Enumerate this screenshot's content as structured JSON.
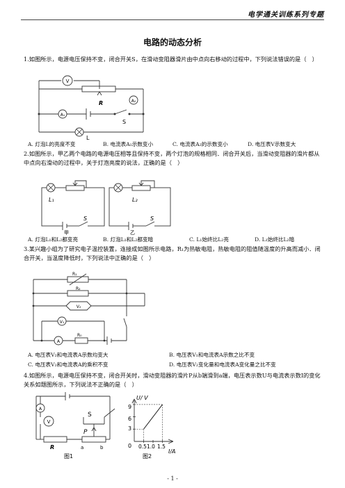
{
  "header": {
    "series_title": "电学通关训练系列专题"
  },
  "page": {
    "title": "电路的动态分析",
    "footer": "- 1 -"
  },
  "questions": [
    {
      "stem": "1.如图所示，电源电压保持不变，闭合开关S，在滑动变阻器滑片由中点向右移动的过程中，下列说法错误的是（　）",
      "options": [
        "A. 灯泡L的亮度不变",
        "B. 电流表A₁示数变小",
        "C. 电流表A₂的示数变小",
        "D. 电压表V示数变大"
      ],
      "figure_labels": {
        "voltmeter": "V",
        "ammeter2": "A₂",
        "rheostat": "R",
        "ammeter1": "A₁",
        "switch": "S",
        "lamp": "L"
      }
    },
    {
      "stem": "2.如图所示，甲乙两个电路的电源电压相等且保持不变，两个灯泡的规格相同．闭合开关后，当滑动变阻器的滑片都从中点向右滑动的过程中，关于灯泡亮度的说法，正确的是（　）",
      "options": [
        "A. 灯泡L₁和L₂都变亮",
        "B. 灯泡L₁和L₂都变暗",
        "C. L₁始终比L₂亮",
        "D. L₁始终比L₂暗"
      ],
      "figure_labels": {
        "lamp1": "L₁",
        "lamp2": "L₂",
        "switch": "S",
        "circuit1": "甲",
        "circuit2": "乙"
      }
    },
    {
      "stem": "3.某兴趣小组为了研究电子温控装置，连接成如图所示电路，R₁为热敏电阻，热敏电阻的阻值随温度的升高而减小．闭合开关，当温度降低时，下列说法中正确的是（　）",
      "options": [
        "A. 电压表V₂和电流表A示数均变大",
        "B. 电压表V₁和电流表A示数之比不变",
        "C. 电压表V₂和电流表A的乘积不变",
        "D. 电压表V₂变化量和电流表A变化量之比不变"
      ],
      "figure_labels": {
        "r1": "R₁",
        "r2": "R₂",
        "v2": "V₂",
        "v1": "V₁",
        "ammeter": "A",
        "r0": "R₀"
      }
    },
    {
      "stem": "4.如图所示，电源电压保持不变，闭合开关时，滑动变阻器的滑片P从b端滑到a端，电压表示数U与电流表示数I的变化关系如题图所示，下列说法不正确的是（　）",
      "figure_labels": {
        "voltmeter": "V",
        "ammeter": "A",
        "switch": "S",
        "slider": "P",
        "rheostat": "R",
        "end_a": "a",
        "end_b": "b",
        "fig1": "图1",
        "fig2": "图2"
      },
      "graph": {
        "y_label": "U/ V",
        "x_label": "I/A",
        "origin": "0",
        "y_ticks": [
          "9",
          "6",
          "3"
        ],
        "x_ticks": [
          "0.5",
          "1.0",
          "1.5"
        ]
      }
    }
  ],
  "chart_data": {
    "type": "line",
    "title": "",
    "xlabel": "I/A",
    "ylabel": "U/ V",
    "xlim": [
      0,
      1.7
    ],
    "ylim": [
      0,
      10
    ],
    "x_ticks": [
      0.5,
      1.0,
      1.5
    ],
    "y_ticks": [
      3,
      6,
      9
    ],
    "series": [
      {
        "x": [
          0.5,
          1.5
        ],
        "y": [
          3,
          9
        ]
      }
    ]
  }
}
